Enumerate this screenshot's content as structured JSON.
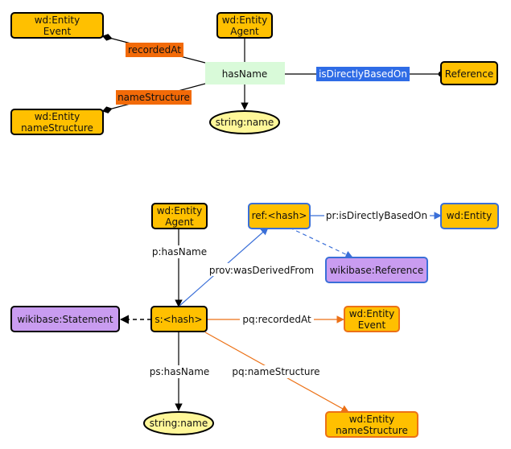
{
  "top": {
    "nodes": {
      "event": [
        "wd:Entity",
        "Event"
      ],
      "agent": [
        "wd:Entity",
        "Agent"
      ],
      "name_structure": [
        "wd:Entity",
        "nameStructure"
      ],
      "has_name": "hasName",
      "string_name": "string:name",
      "reference": "Reference"
    },
    "edges": {
      "recorded_at": "recordedAt",
      "name_structure": "nameStructure",
      "is_directly_based_on": "isDirectlyBasedOn"
    }
  },
  "bottom": {
    "nodes": {
      "agent": [
        "wd:Entity",
        "Agent"
      ],
      "ref_hash": "ref:<hash>",
      "entity": "wd:Entity",
      "reference": "wikibase:Reference",
      "statement": "wikibase:Statement",
      "s_hash": "s:<hash>",
      "event": [
        "wd:Entity",
        "Event"
      ],
      "string_name": "string:name",
      "name_structure": [
        "wd:Entity",
        "nameStructure"
      ]
    },
    "edges": {
      "p_has_name": "p:hasName",
      "pr_is_directly_based_on": "pr:isDirectlyBasedOn",
      "prov_was_derived_from": "prov:wasDerivedFrom",
      "pq_recorded_at": "pq:recordedAt",
      "ps_has_name": "ps:hasName",
      "pq_name_structure": "pq:nameStructure"
    }
  },
  "colors": {
    "entity_fill": "#ffc000",
    "entity_stroke": "#000000",
    "hasname_fill": "#d9fad9",
    "literal_fill": "#fff799",
    "class_fill": "#c99cf0",
    "blue": "#3a6fd8",
    "orange": "#ec7116",
    "label_orange": "#f26a08",
    "label_blue": "#2f6ce6"
  }
}
